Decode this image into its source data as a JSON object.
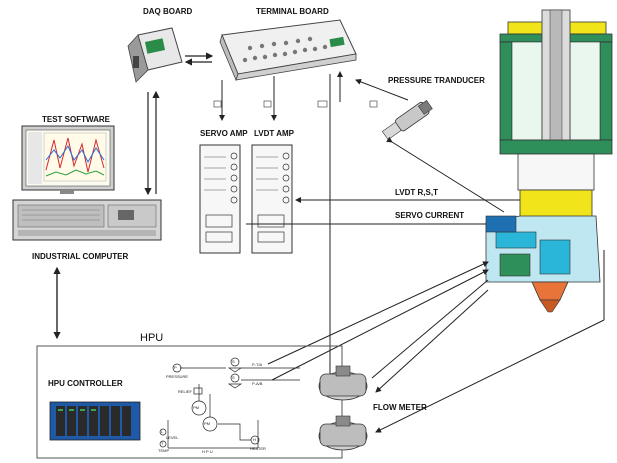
{
  "labels": {
    "daq_board": "DAQ BOARD",
    "terminal_board": "TERMINAL BOARD",
    "pressure_transducer": "PRESSURE TRANDUCER",
    "test_software": "TEST SOFTWARE",
    "servo_amp": "SERVO AMP",
    "lvdt_amp": "LVDT AMP",
    "lvdt_rst": "LVDT R,S,T",
    "servo_current": "SERVO CURRENT",
    "industrial_computer": "INDUSTRIAL COMPUTER",
    "hpu": "HPU",
    "hpu_controller": "HPU CONTROLLER",
    "flow_meter": "FLOW METER"
  },
  "hpu_schematic": {
    "pressure": "PRESSURE",
    "relief": "RELIEF",
    "level": "LEVEL",
    "temp": "TEMP",
    "hpu": "H P U",
    "heater": "HEATER",
    "pm": "PM",
    "p_symbol": "P",
    "level_symbol": "L",
    "temp_symbol": "T",
    "heater_symbol": "H",
    "valve_s": "S",
    "port_pta": "P-T/A",
    "port_pab": "P-A/B"
  },
  "colors": {
    "line": "#222222",
    "panel_border": "#555555",
    "manifold_cyan": "#29b6d9",
    "manifold_yellow": "#f2e41a",
    "nozzle_orange": "#e8743a",
    "cylinder_green": "#2f8f5a",
    "controller_blue": "#1e5aa8"
  }
}
